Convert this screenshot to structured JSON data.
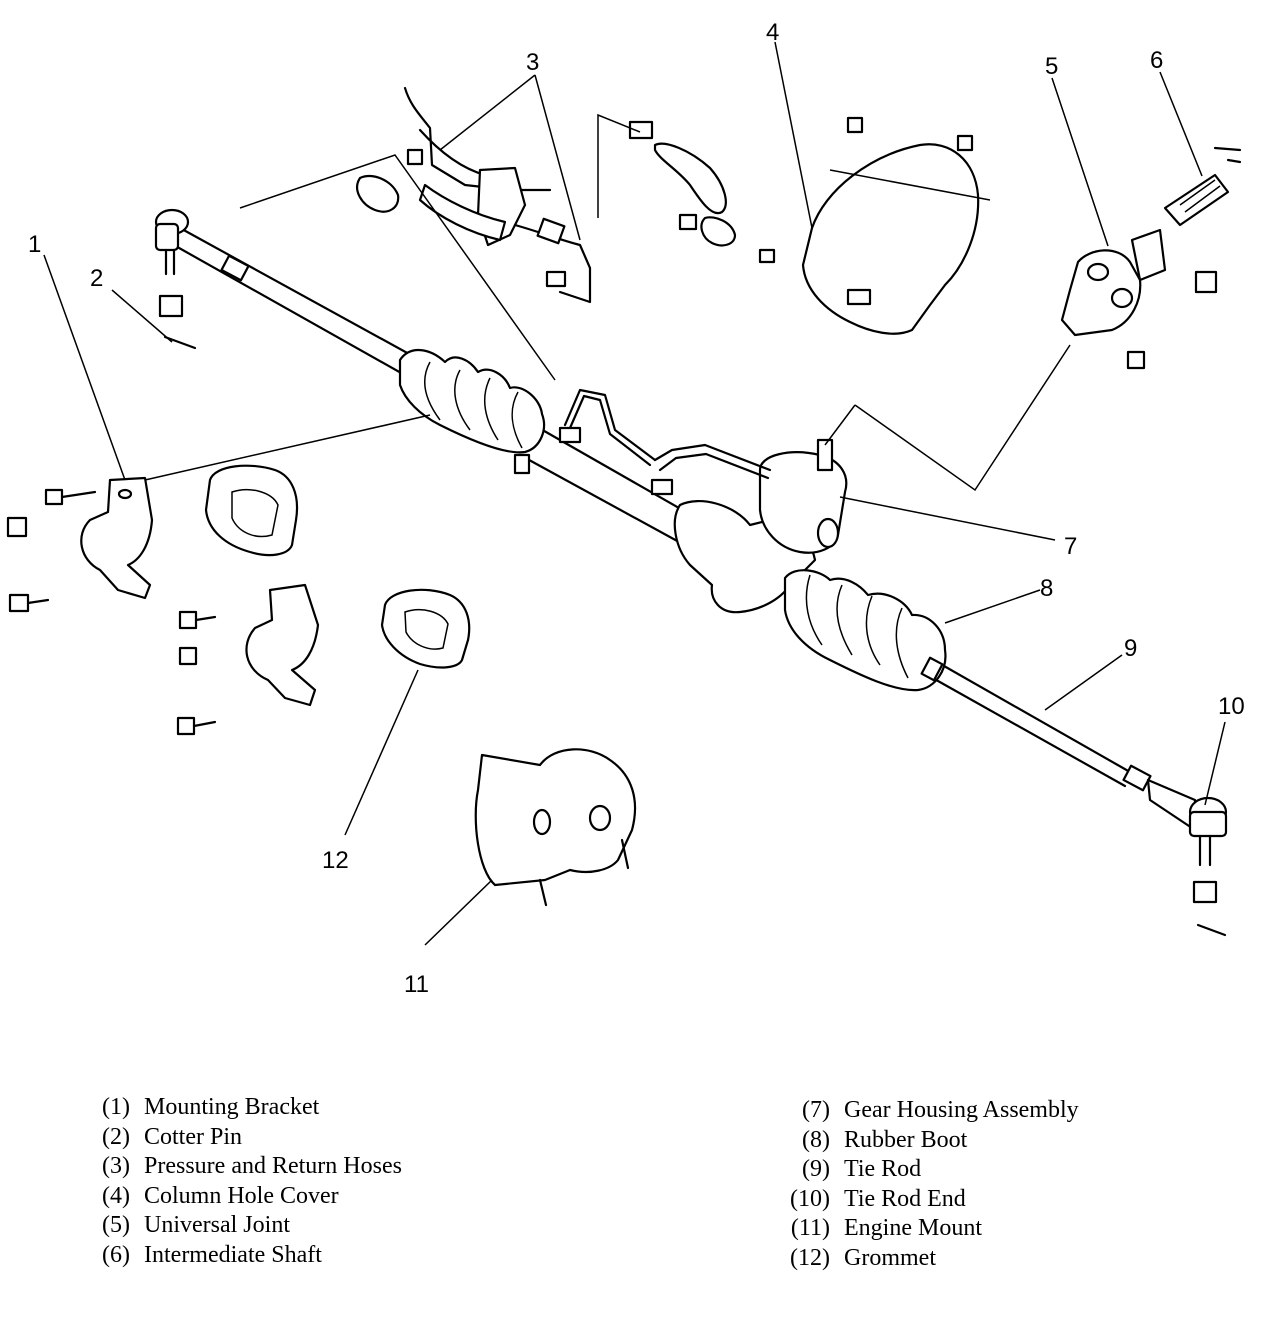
{
  "callouts": [
    {
      "num": "1"
    },
    {
      "num": "2"
    },
    {
      "num": "3"
    },
    {
      "num": "4"
    },
    {
      "num": "5"
    },
    {
      "num": "6"
    },
    {
      "num": "7"
    },
    {
      "num": "8"
    },
    {
      "num": "9"
    },
    {
      "num": "10"
    },
    {
      "num": "11"
    },
    {
      "num": "12"
    }
  ],
  "legend": {
    "left": [
      {
        "num": "(1)",
        "label": "Mounting Bracket"
      },
      {
        "num": "(2)",
        "label": "Cotter Pin"
      },
      {
        "num": "(3)",
        "label": "Pressure and Return Hoses"
      },
      {
        "num": "(4)",
        "label": "Column Hole Cover"
      },
      {
        "num": "(5)",
        "label": "Universal Joint"
      },
      {
        "num": "(6)",
        "label": "Intermediate Shaft"
      }
    ],
    "right": [
      {
        "num": "(7)",
        "label": "Gear Housing Assembly"
      },
      {
        "num": "(8)",
        "label": "Rubber Boot"
      },
      {
        "num": "(9)",
        "label": "Tie Rod"
      },
      {
        "num": "(10)",
        "label": "Tie Rod End"
      },
      {
        "num": "(11)",
        "label": "Engine Mount"
      },
      {
        "num": "(12)",
        "label": "Grommet"
      }
    ]
  }
}
